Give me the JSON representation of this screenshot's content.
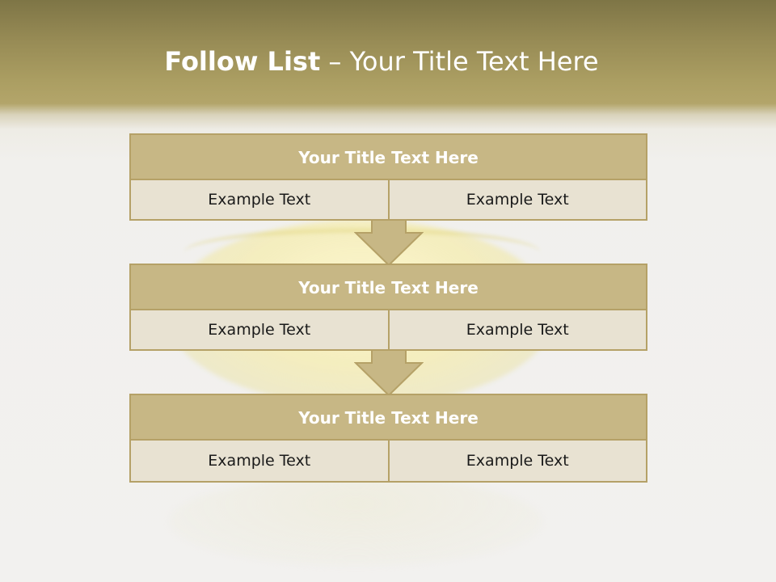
{
  "slide": {
    "title_bold": "Follow List",
    "title_rest": "– Your Title Text Here"
  },
  "blocks": [
    {
      "title": "Your Title Text Here",
      "left": "Example Text",
      "right": "Example Text"
    },
    {
      "title": "Your Title Text Here",
      "left": "Example Text",
      "right": "Example Text"
    },
    {
      "title": "Your Title Text Here",
      "left": "Example Text",
      "right": "Example Text"
    }
  ],
  "icons": {
    "connector": "down-arrow-icon"
  },
  "colors": {
    "header_fill": "#c7b785",
    "cell_fill": "#e8e2d2",
    "border": "#b5a167",
    "arrow_fill": "#c7b785"
  }
}
